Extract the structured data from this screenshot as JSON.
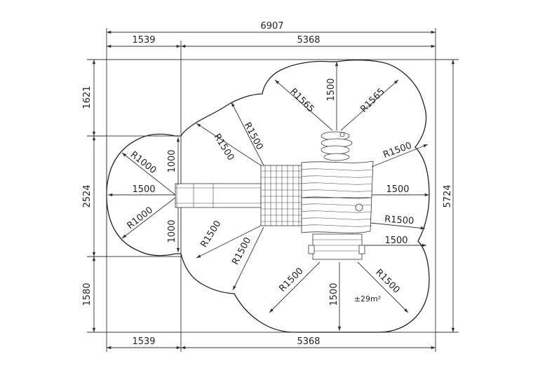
{
  "dimensions": {
    "total_width": "6907",
    "left_width": "1539",
    "right_width": "5368",
    "bottom_left_width": "1539",
    "bottom_right_width": "5368",
    "left_top": "1621",
    "left_middle": "2524",
    "left_bottom": "1580",
    "right_total": "5724"
  },
  "radii": {
    "top_left_slanted": "R1565",
    "top_right_slanted": "R1565",
    "top_vertical": "1500",
    "upper_left_a": "R1500",
    "upper_left_b": "R1500",
    "right_upper": "R1500",
    "right_horizontal": "1500",
    "right_lower": "R1500",
    "right_lower_horizontal": "1500",
    "lower_left_a": "R1500",
    "lower_left_b": "R1500",
    "bottom_left": "R1500",
    "bottom_vertical": "1500",
    "bottom_right": "R1500",
    "slide_upper": "1000",
    "slide_lower": "1000",
    "far_left_upper": "R1000",
    "far_left_horizontal": "1500",
    "far_left_lower": "R1000"
  },
  "area": "±29m²"
}
